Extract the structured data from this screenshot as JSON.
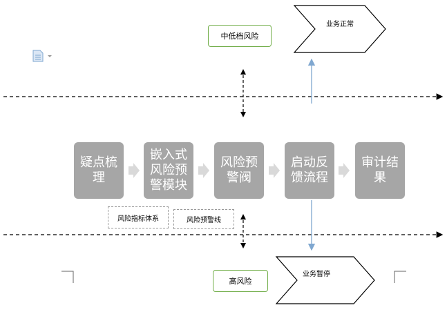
{
  "steps": [
    {
      "label": "疑点梳\n理"
    },
    {
      "label": "嵌入式\n风险预\n警模块"
    },
    {
      "label": "风险预\n警阀"
    },
    {
      "label": "启动反\n馈流程"
    },
    {
      "label": "审计结\n果"
    }
  ],
  "sub_labels": {
    "indicator_system": "风险指标体系",
    "warning_line": "风险预警线"
  },
  "risk_levels": {
    "medium_low": "中低档风险",
    "high": "高风险"
  },
  "outcomes": {
    "normal": "业务正常",
    "suspended": "业务暂停"
  },
  "colors": {
    "step_fill": "#a6a6a6",
    "connector_arrow": "#d9d9d9",
    "risk_border": "#70ad47",
    "vertical_arrow": "#7fa7d0",
    "dashed_line": "#000000"
  },
  "icons": {
    "doc": "document-icon"
  }
}
